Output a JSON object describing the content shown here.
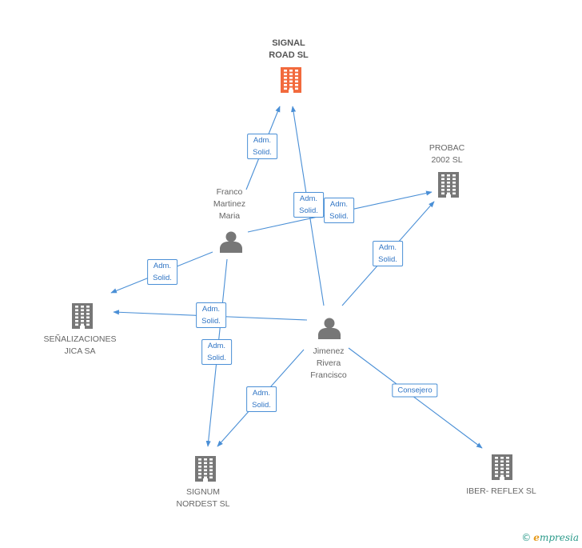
{
  "colors": {
    "edge": "#4a8fd6",
    "company": "#777777",
    "company_focus": "#f26a3d",
    "person": "#777777"
  },
  "nodes": [
    {
      "id": "signal",
      "type": "company",
      "focus": true,
      "label": "SIGNAL\nROAD SL",
      "icon": "building-icon"
    },
    {
      "id": "probac",
      "type": "company",
      "label": "PROBAC\n2002 SL",
      "icon": "building-icon"
    },
    {
      "id": "senal",
      "type": "company",
      "label": "SEÑALIZACIONES\nJICA SA",
      "icon": "building-icon"
    },
    {
      "id": "signum",
      "type": "company",
      "label": "SIGNUM\nNORDEST SL",
      "icon": "building-icon"
    },
    {
      "id": "iber",
      "type": "company",
      "label": "IBER- REFLEX SL",
      "icon": "building-icon"
    },
    {
      "id": "franco",
      "type": "person",
      "label": "Franco\nMartinez\nMaria",
      "icon": "person-icon"
    },
    {
      "id": "jimenez",
      "type": "person",
      "label": "Jimenez\nRivera\nFrancisco",
      "icon": "person-icon"
    }
  ],
  "edges": [
    {
      "from": "franco",
      "to": "signal",
      "label": "Adm.\nSolid."
    },
    {
      "from": "jimenez",
      "to": "signal",
      "label": "Adm.\nSolid."
    },
    {
      "from": "franco",
      "to": "probac",
      "label": "Adm.\nSolid."
    },
    {
      "from": "jimenez",
      "to": "probac",
      "label": "Adm.\nSolid."
    },
    {
      "from": "franco",
      "to": "senal",
      "label": "Adm.\nSolid."
    },
    {
      "from": "jimenez",
      "to": "senal",
      "label": "Adm.\nSolid."
    },
    {
      "from": "franco",
      "to": "signum",
      "label": "Adm.\nSolid."
    },
    {
      "from": "jimenez",
      "to": "signum",
      "label": "Adm.\nSolid."
    },
    {
      "from": "jimenez",
      "to": "iber",
      "label": "Consejero"
    }
  ],
  "footer": {
    "copyright": "©",
    "brand_initial": "e",
    "brand_rest": "mpresia"
  }
}
